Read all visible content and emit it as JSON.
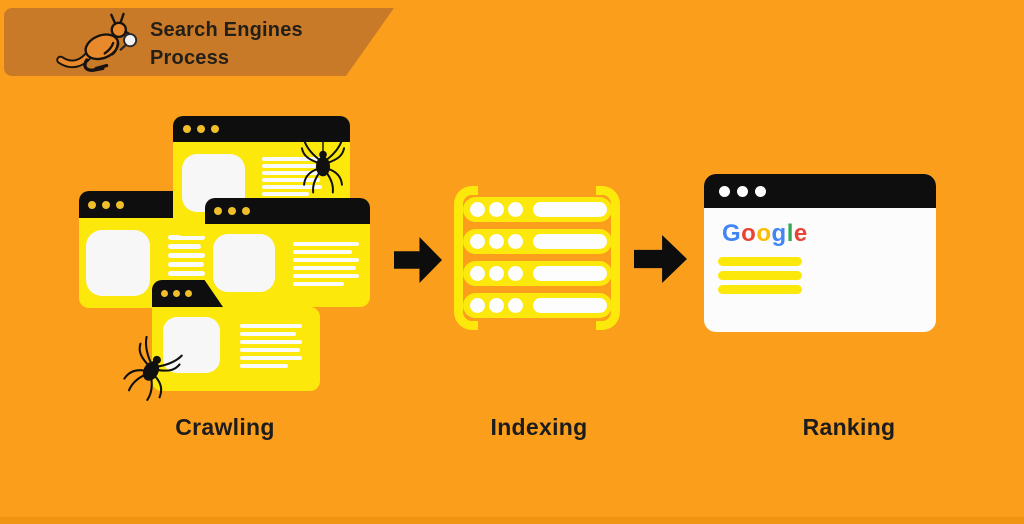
{
  "title": "Search Engines Process",
  "colors": {
    "background": "#FA9E1C",
    "header_band": "#C97A28",
    "yellow": "#FCE80A",
    "black": "#0E0E0E",
    "gold_dot": "#F0BE2A",
    "off_white": "#F7F7F7",
    "label_text": "#1C1C1C"
  },
  "header": {
    "logo_icon": "kangaroo-with-magnifying-glass-icon",
    "title_line1": "Search Engines",
    "title_line2": "Process"
  },
  "stages": [
    {
      "label": "Crawling",
      "icon": "overlapping-webpages-with-spiders-icon"
    },
    {
      "label": "Indexing",
      "icon": "server-stack-icon"
    },
    {
      "label": "Ranking",
      "icon": "google-results-window-icon"
    }
  ],
  "crawling_icon": {
    "window_count": 4,
    "spider_count": 2,
    "windows": [
      {
        "name": "back-left-window",
        "text_lines": 5
      },
      {
        "name": "top-window",
        "text_lines": 6
      },
      {
        "name": "right-window",
        "text_lines": 6
      },
      {
        "name": "bottom-window",
        "text_lines": 6
      }
    ]
  },
  "indexing_icon": {
    "server_rows": 4,
    "dots_per_row": 3
  },
  "ranking_icon": {
    "titlebar_dots": 3,
    "result_lines": 3,
    "logo_letters": [
      {
        "char": "G",
        "color": "#4285F4"
      },
      {
        "char": "o",
        "color": "#EA4335"
      },
      {
        "char": "o",
        "color": "#FBBC05"
      },
      {
        "char": "g",
        "color": "#4285F4"
      },
      {
        "char": "l",
        "color": "#34A853"
      },
      {
        "char": "e",
        "color": "#EA4335"
      }
    ]
  },
  "arrows": {
    "count": 2,
    "direction": "right"
  }
}
